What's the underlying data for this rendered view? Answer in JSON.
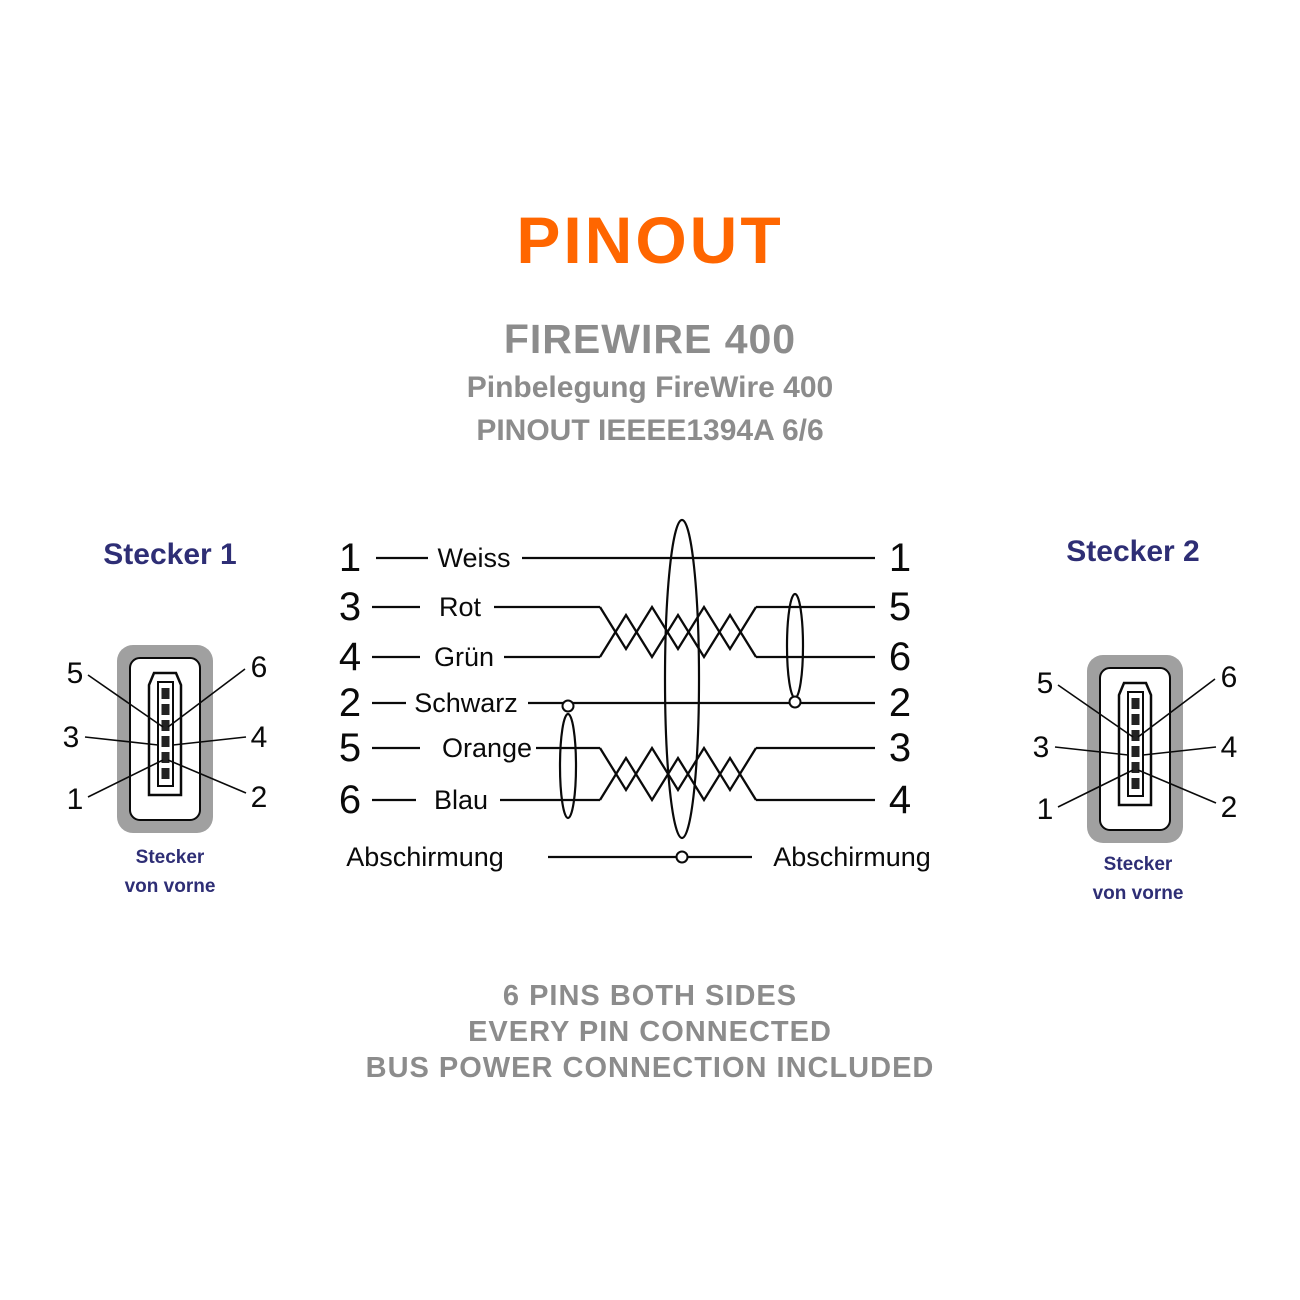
{
  "header": {
    "title": "PINOUT",
    "subtitle1": "FIREWIRE 400",
    "subtitle2": "Pinbelegung FireWire 400",
    "subtitle3": "PINOUT IEEEE1394A 6/6"
  },
  "colors": {
    "accent_orange": "#FF6600",
    "heading_gray": "#8C8C8C",
    "navy_blue": "#2E2E75",
    "connector_gray": "#A0A0A0",
    "line_black": "#0A0A0A"
  },
  "connector_left": {
    "label": "Stecker 1",
    "caption_line1": "Stecker",
    "caption_line2": "von vorne",
    "pins": {
      "top_left": "5",
      "top_right": "6",
      "mid_left": "3",
      "mid_right": "4",
      "bottom_left": "1",
      "bottom_right": "2"
    }
  },
  "connector_right": {
    "label": "Stecker 2",
    "caption_line1": "Stecker",
    "caption_line2": "von vorne",
    "pins": {
      "top_left": "5",
      "top_right": "6",
      "mid_left": "3",
      "mid_right": "4",
      "bottom_left": "1",
      "bottom_right": "2"
    }
  },
  "wiring": {
    "rows": [
      {
        "left_pin": "1",
        "wire": "Weiss",
        "right_pin": "1"
      },
      {
        "left_pin": "3",
        "wire": "Rot",
        "right_pin": "5"
      },
      {
        "left_pin": "4",
        "wire": "Grün",
        "right_pin": "6"
      },
      {
        "left_pin": "2",
        "wire": "Schwarz",
        "right_pin": "2"
      },
      {
        "left_pin": "5",
        "wire": "Orange",
        "right_pin": "3"
      },
      {
        "left_pin": "6",
        "wire": "Blau",
        "right_pin": "4"
      }
    ],
    "shield_left_label": "Abschirmung",
    "shield_right_label": "Abschirmung"
  },
  "footer": {
    "lines": [
      "6 PINS BOTH SIDES",
      "EVERY PIN CONNECTED",
      "BUS POWER CONNECTION INCLUDED"
    ]
  }
}
